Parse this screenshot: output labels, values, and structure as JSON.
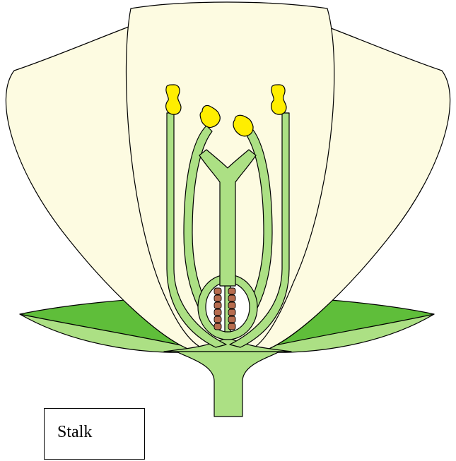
{
  "diagram": {
    "label": "Stalk"
  },
  "colors": {
    "petal": "#fdfbe1",
    "sepal": "#5fbe3a",
    "stem": "#ace084",
    "anther": "#ffee00",
    "ovule": "#b76c4f",
    "outline": "#000000"
  },
  "parts": [
    "petal-left",
    "petal-center",
    "petal-right",
    "sepal-left",
    "sepal-right",
    "stalk",
    "receptacle",
    "ovary",
    "ovule",
    "style",
    "stigma",
    "filament",
    "anther"
  ]
}
